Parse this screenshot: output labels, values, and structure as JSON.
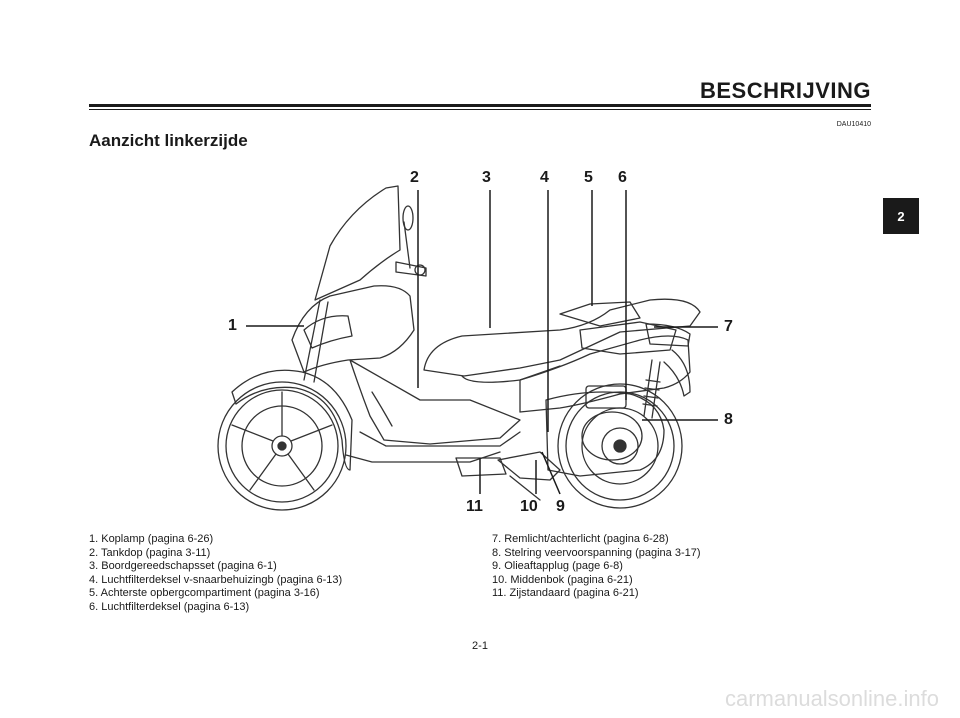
{
  "header": {
    "title": "BESCHRIJVING"
  },
  "doc_code": "DAU10410",
  "section_title": "Aanzicht linkerzijde",
  "chapter_tab": "2",
  "callouts": {
    "c1": "1",
    "c2": "2",
    "c3": "3",
    "c4": "4",
    "c5": "5",
    "c6": "6",
    "c7": "7",
    "c8": "8",
    "c9": "9",
    "c10": "10",
    "c11": "11"
  },
  "legend_left": [
    "1. Koplamp (pagina 6-26)",
    "2. Tankdop (pagina 3-11)",
    "3. Boordgereedschapsset (pagina 6-1)",
    "4. Luchtfilterdeksel v-snaarbehuizingb (pagina 6-13)",
    "5. Achterste opbergcompartiment (pagina 3-16)",
    "6. Luchtfilterdeksel (pagina 6-13)"
  ],
  "legend_right": [
    "7. Remlicht/achterlicht (pagina 6-28)",
    "8. Stelring veervoorspanning (pagina 3-17)",
    "9. Olieaftapplug (page 6-8)",
    "10. Middenbok (pagina 6-21)",
    "11. Zijstandaard (pagina 6-21)"
  ],
  "page_number": "2-1",
  "watermark": "carmanualsonline.info"
}
